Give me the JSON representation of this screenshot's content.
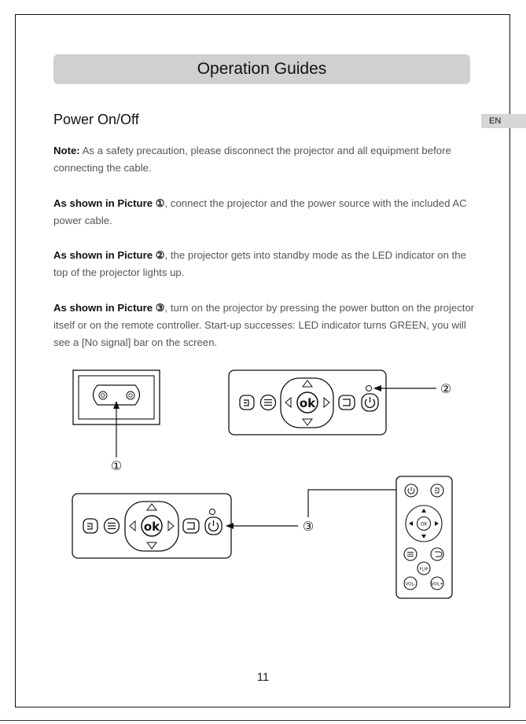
{
  "header": {
    "title": "Operation Guides",
    "language_tab": "EN"
  },
  "section": {
    "heading": "Power On/Off"
  },
  "note": {
    "label": "Note:",
    "text": " As a safety precaution, please disconnect the projector and all equipment before connecting the cable."
  },
  "steps": [
    {
      "label": "As shown in Picture ①",
      "text": ", connect the projector and the power source with the included AC power cable."
    },
    {
      "label": "As shown in Picture ②",
      "text": ", the projector gets into standby mode as the LED indicator on the top of the projector lights up."
    },
    {
      "label": "As shown in Picture ③",
      "text": ", turn on the projector by pressing the power button on the projector itself or on the remote controller. Start-up successes: LED indicator turns GREEN, you will see a [No signal] bar on the screen."
    }
  ],
  "figure": {
    "callouts": [
      "①",
      "②",
      "③"
    ],
    "panel_ok_label": "ok",
    "remote": {
      "ok_label": "OK",
      "flip_label": "FLIP",
      "vol_minus_label": "VOL-",
      "vol_plus_label": "VOL+"
    }
  },
  "footer": {
    "page_number": "11"
  }
}
